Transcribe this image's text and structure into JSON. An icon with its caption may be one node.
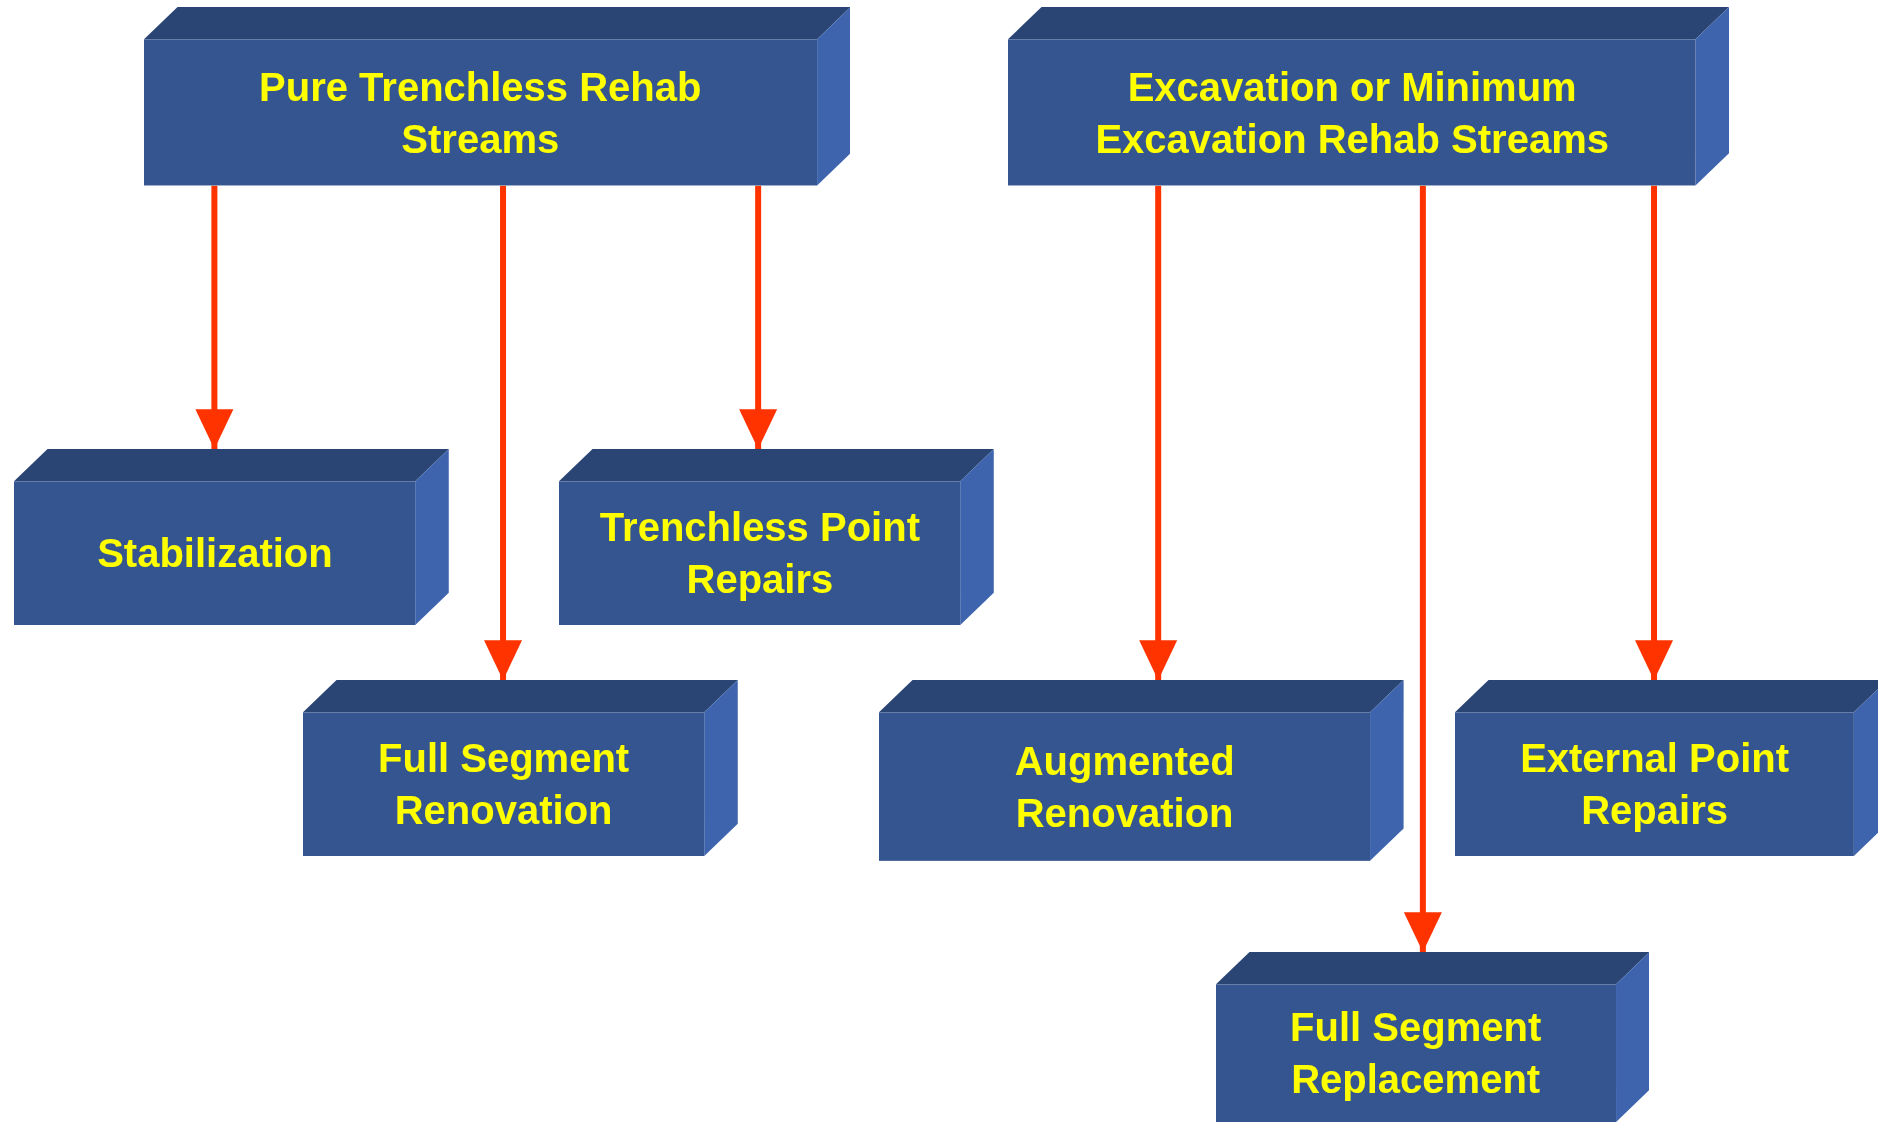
{
  "diagram": {
    "nodes": [
      {
        "text": [
          "Pure Trenchless Rehab Streams"
        ]
      },
      {
        "text": [
          "Excavation or Minimum Excavation Rehab Streams"
        ]
      },
      {
        "text": [
          "Stabilization"
        ]
      },
      {
        "text": [
          "Trenchless Point Repairs"
        ]
      },
      {
        "text": [
          "Full Segment Renovation"
        ]
      },
      {
        "text": [
          "Augmented Renovation"
        ]
      },
      {
        "text": [
          "External Point Repairs"
        ]
      },
      {
        "text": [
          "Full Segment Replacement"
        ]
      }
    ],
    "edges": [
      {
        "from": 0,
        "to": 2,
        "arrow": "to"
      },
      {
        "from": 0,
        "to": 4,
        "arrow": "to"
      },
      {
        "from": 0,
        "to": 3,
        "arrow": "to"
      },
      {
        "from": 1,
        "to": 5,
        "arrow": "to"
      },
      {
        "from": 1,
        "to": 7,
        "arrow": "to"
      },
      {
        "from": 1,
        "to": 6,
        "arrow": "to"
      }
    ]
  }
}
